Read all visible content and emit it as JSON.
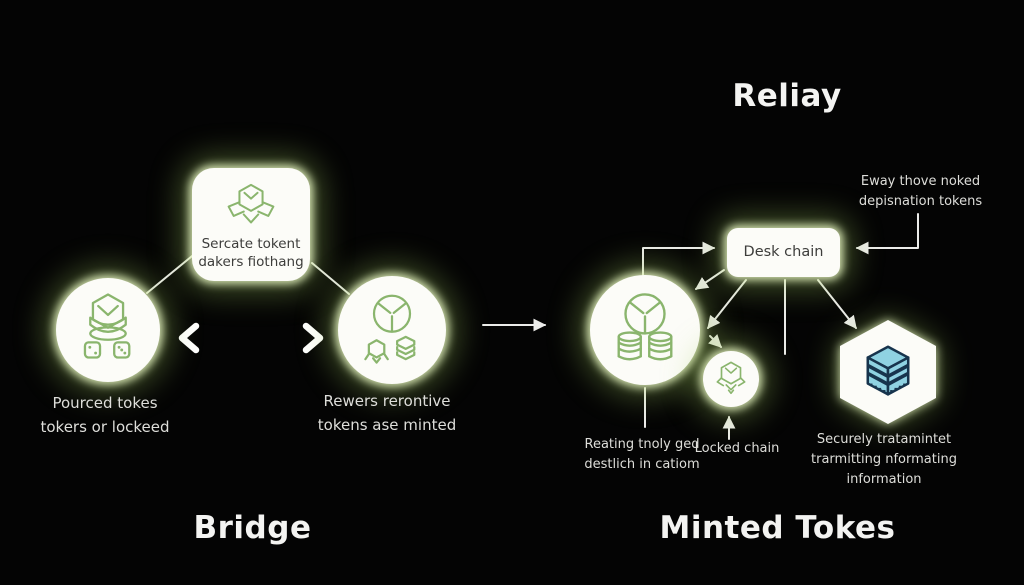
{
  "colors": {
    "background": "#040404",
    "node_fill": "#fcfcf8",
    "glow_green": "#b9d788",
    "icon_green": "#8ab56d",
    "connector_white": "#ececea",
    "dark_text": "#3d3d3b",
    "light_text": "#dededa",
    "cube_fill_blue": "#8fd2e2",
    "cube_outline_navy": "#17344d"
  },
  "titles": {
    "relay": "Reliay",
    "bridge": "Bridge",
    "minted_tokens": "Minted Tokes"
  },
  "bridge_section": {
    "source_node": {
      "icon": "token-stack-dice-icon",
      "label_line1": "Pourced tokes",
      "label_line2": "tokers or lockeed"
    },
    "bridge_node": {
      "icon": "winged-hexagon-icon",
      "label_line1": "Sercate tokent",
      "label_line2": "dakers fiothang"
    },
    "minted_node": {
      "icon": "token-hexagons-icon",
      "label_line1": "Rewers rerontive",
      "label_line2": "tokens ase minted"
    }
  },
  "relay_section": {
    "desk_chain_node": {
      "label": "Desk chain"
    },
    "destination_note": {
      "line1": "Eway thove noked",
      "line2": "depisnation tokens"
    },
    "coins_node": {
      "icon": "token-coins-icon",
      "caption_line1": "Reating tnoly ged",
      "caption_line2": "destlich in catiom"
    },
    "locked_node": {
      "icon": "shield-hexagon-icon",
      "caption": "Locked chain"
    },
    "secure_node": {
      "icon": "server-cube-icon",
      "caption_line1": "Securely tratamintet",
      "caption_line2": "trarmitting nformating",
      "caption_line3": "information"
    }
  }
}
